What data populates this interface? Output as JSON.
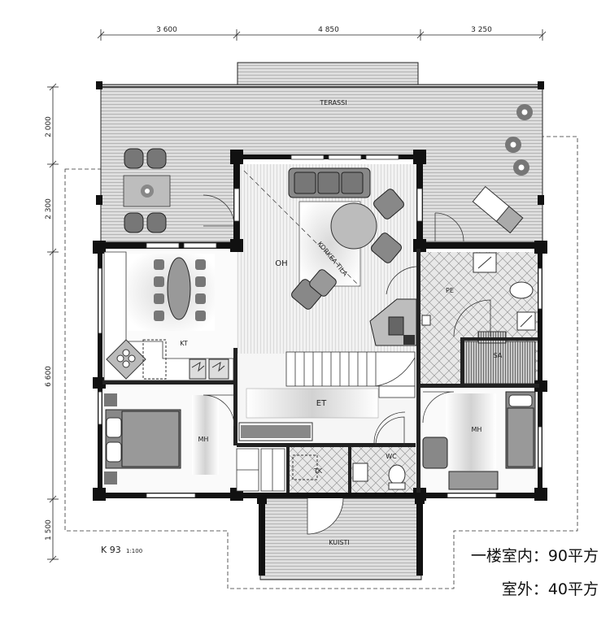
{
  "dimensions": {
    "top": [
      "3 600",
      "4 850",
      "3 250"
    ],
    "left": [
      "2 000",
      "2 300",
      "6 600",
      "1 500"
    ]
  },
  "rooms": {
    "terrace": "TERASSI",
    "living": "OH",
    "kitchen": "KT",
    "sauna_wash": "PE",
    "sauna": "SA",
    "hall": "ET",
    "bedroom_left": "MH",
    "bedroom_right": "MH",
    "utility": "TK",
    "toilet": "WC",
    "porch": "KUISTI"
  },
  "labels": {
    "raised_ceiling": "KORKEA TILA",
    "model": "K 93",
    "scale": "1:100"
  },
  "notes": {
    "indoor": "一楼室内：90平方",
    "outdoor": "室外：40平方"
  }
}
